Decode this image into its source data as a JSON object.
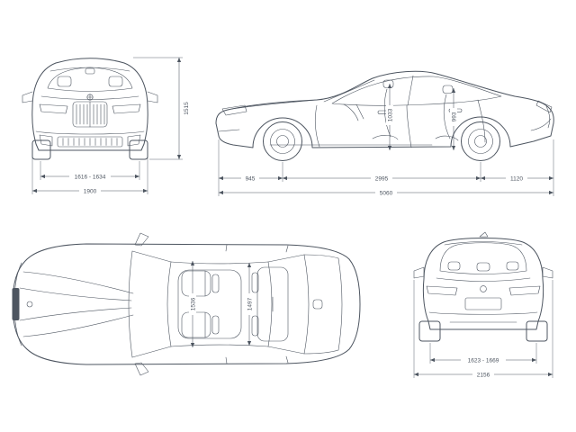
{
  "style": {
    "background": "#ffffff",
    "line_color": "#4d5560"
  },
  "dimensions": {
    "front": {
      "overall_height": "1515",
      "front_track": "1616 - 1634",
      "overall_width": "1900"
    },
    "side": {
      "front_interior_height": "1033",
      "rear_interior_height": "993",
      "front_overhang": "945",
      "wheelbase": "2995",
      "rear_overhang": "1120",
      "overall_length": "5060"
    },
    "top": {
      "front_interior_width": "1536",
      "rear_interior_width": "1497"
    },
    "rear": {
      "rear_track": "1623 - 1669",
      "width_incl_mirrors": "2156"
    }
  }
}
